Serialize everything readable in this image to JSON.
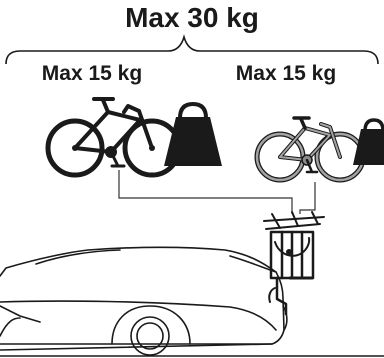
{
  "labels": {
    "total": "Max 30 kg",
    "left_bike": "Max 15 kg",
    "right_bike": "Max 15 kg"
  },
  "colors": {
    "ink": "#1a1a1a",
    "light_bike": "#8c8c8c",
    "background": "#ffffff"
  },
  "icons": [
    "bracket",
    "bicycle-dark",
    "bicycle-light",
    "weight",
    "car",
    "bike-rack"
  ]
}
